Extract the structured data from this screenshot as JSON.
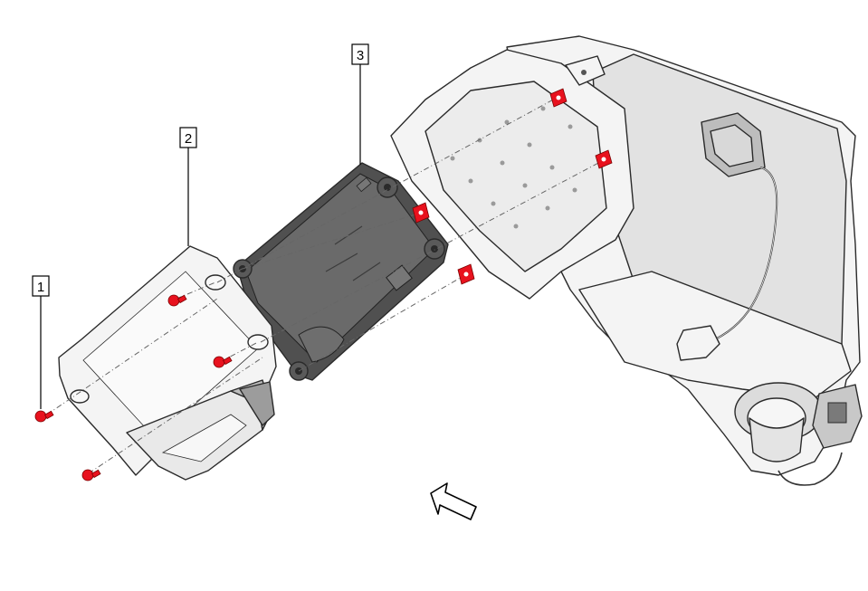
{
  "diagram": {
    "callouts": [
      {
        "id": "callout-1",
        "label": "1"
      },
      {
        "id": "callout-2",
        "label": "2"
      },
      {
        "id": "callout-3",
        "label": "3"
      }
    ],
    "colors": {
      "fastener": "#e8121e",
      "module": "#505050",
      "housing": "#f4f4f4",
      "outline": "#2a2a2a"
    },
    "icons": [
      "view-direction-arrow-icon",
      "screw-icon",
      "clip-nut-icon"
    ]
  }
}
